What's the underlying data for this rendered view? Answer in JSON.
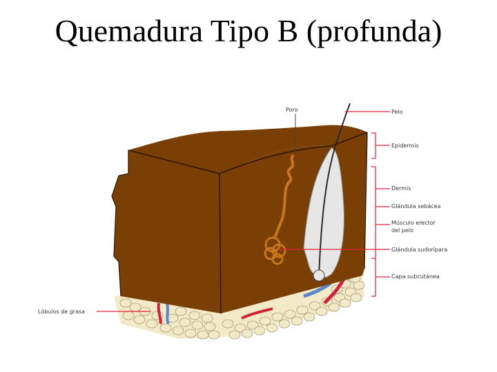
{
  "title": "Quemadura Tipo B (profunda)",
  "labels": {
    "poro": "Poro",
    "pelo": "Pelo",
    "epidermis": "Epidermis",
    "dermis": "Dermis",
    "glandula_sebacea": "Glándula sebácea",
    "musculo_line1": "Músculo erector",
    "musculo_line2": "del pelo",
    "glandula_sudoripara": "Glándula sudorípara",
    "capa_subcutanea": "Capa subcutánea",
    "lobulos": "Lóbulos de grasa"
  },
  "colors": {
    "skin": "#7a3f04",
    "skin_dark": "#5a2e02",
    "hair_follicle": "#e6e6e6",
    "fat": "#f2e9c8",
    "fat_edge": "#a89c78",
    "leader": "#e0203a",
    "gland": "#c8761c",
    "vessel_red": "#d0223a",
    "vessel_blue": "#5a86c8"
  }
}
